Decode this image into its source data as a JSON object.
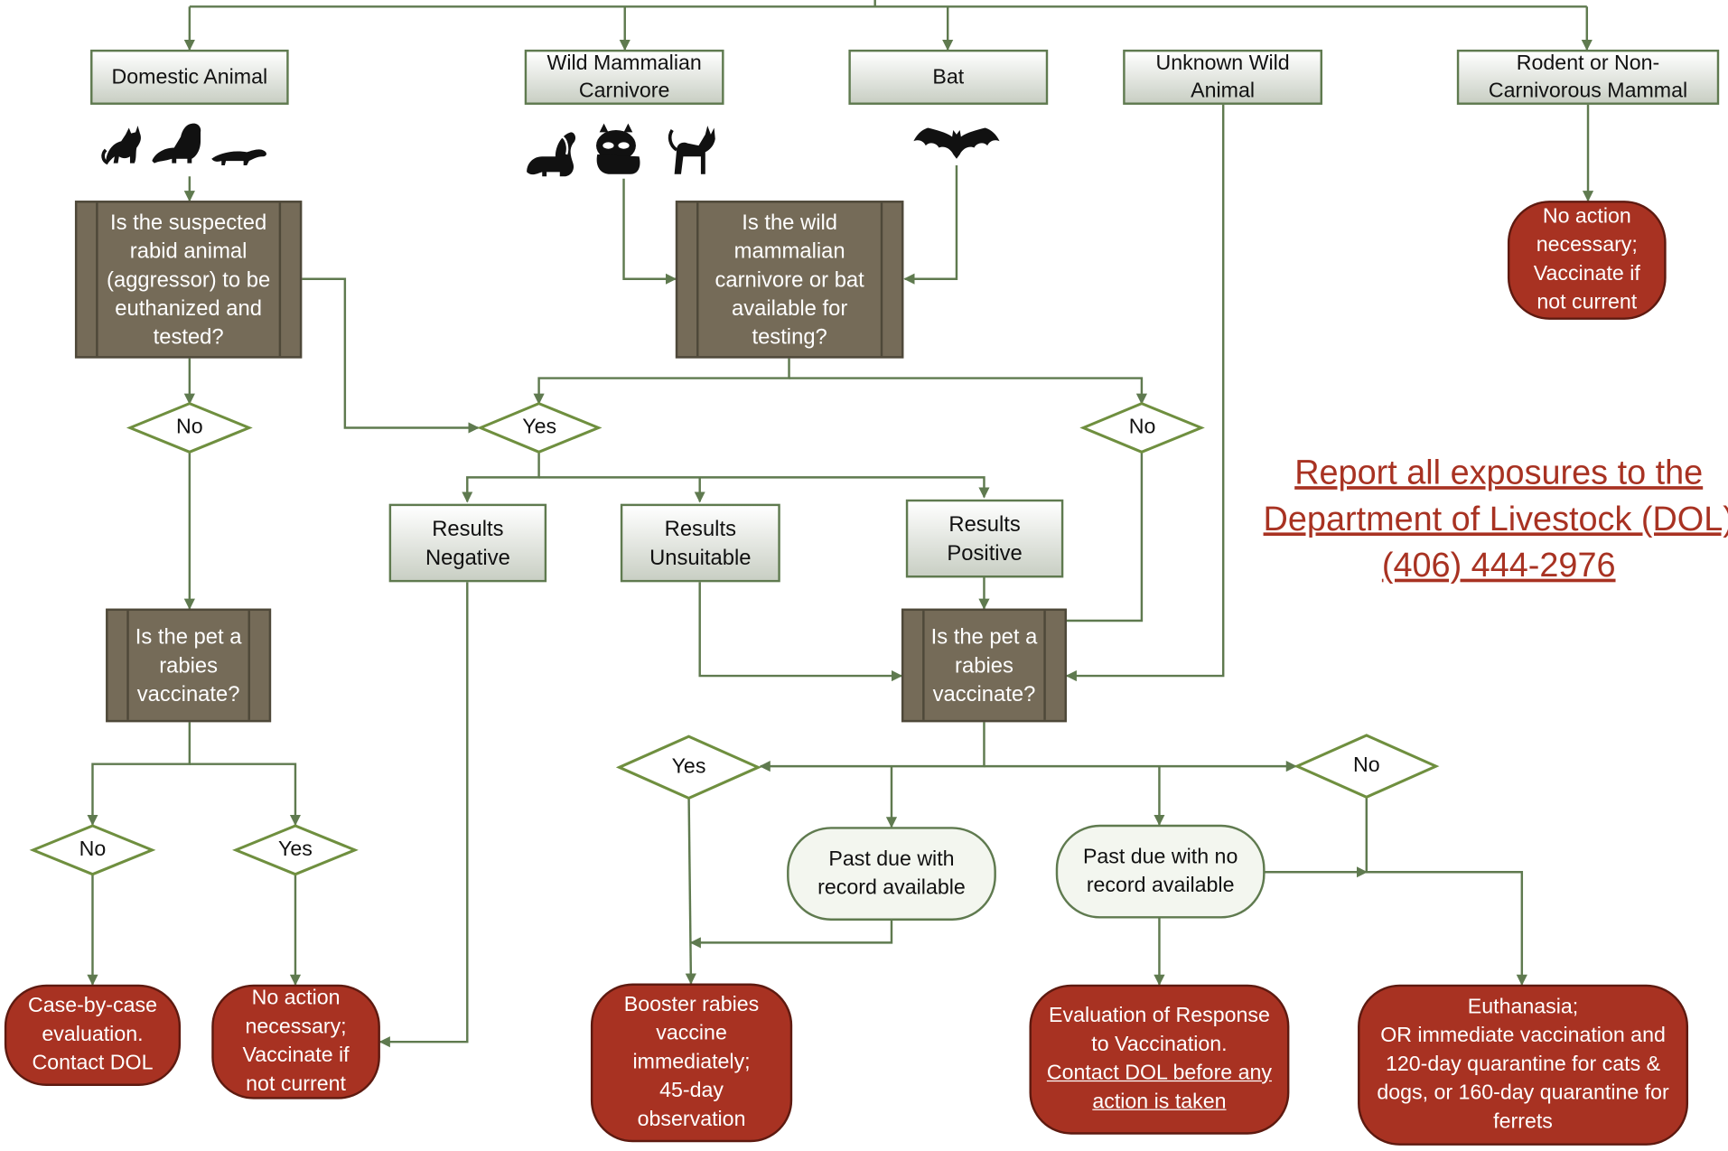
{
  "categories": {
    "domestic": "Domestic Animal",
    "wild_carnivore": "Wild Mammalian Carnivore",
    "bat": "Bat",
    "unknown_wild": "Unknown Wild Animal",
    "rodent": "Rodent or Non-Carnivorous Mammal"
  },
  "icons": {
    "domestic": [
      "cat-icon",
      "dog-icon",
      "ferret-icon"
    ],
    "wild": [
      "skunk-icon",
      "raccoon-icon",
      "fox-icon"
    ],
    "bat": "bat-icon"
  },
  "questions": {
    "euthanize": "Is the suspected rabid animal (aggressor) to be euthanized and tested?",
    "available": "Is the wild mammalian carnivore or bat available for testing?",
    "pet_vaccinated_left": "Is the pet a  rabies vaccinate?",
    "pet_vaccinated_right": "Is the pet a rabies vaccinate?"
  },
  "decisions": {
    "no_euthanize": "No",
    "yes_tested": "Yes",
    "no_available": "No",
    "no_left": "No",
    "yes_left": "Yes",
    "yes_right": "Yes",
    "no_right": "No"
  },
  "results": {
    "negative": "Results Negative",
    "unsuitable": "Results Unsuitable",
    "positive": "Results Positive"
  },
  "states": {
    "past_due_record": "Past due with record available",
    "past_due_no_record": "Past due with no record available"
  },
  "outcomes": {
    "rodent_no_action": "No action necessary; Vaccinate if not current",
    "case_by_case": "Case-by-case evaluation. Contact DOL",
    "no_action": "No action necessary; Vaccinate if not current",
    "booster": "Booster rabies vaccine immediately; 45-day observation",
    "evaluation_line1": "Evaluation of Response to Vaccination.",
    "evaluation_line2": "Contact DOL before any action is taken",
    "euthanasia_line1": "Euthanasia;",
    "euthanasia_line2": "OR immediate vaccination and 120-day quarantine for cats & dogs, or 160-day quarantine for ferrets"
  },
  "report": {
    "line1": "Report all exposures to the",
    "line2": "Department of Livestock (DOL)",
    "phone": "(406) 444-2976"
  },
  "colors": {
    "connector": "#5f7a4f",
    "question_box": "#756b58",
    "terminal": "#a83222",
    "report_text": "#a83222"
  }
}
